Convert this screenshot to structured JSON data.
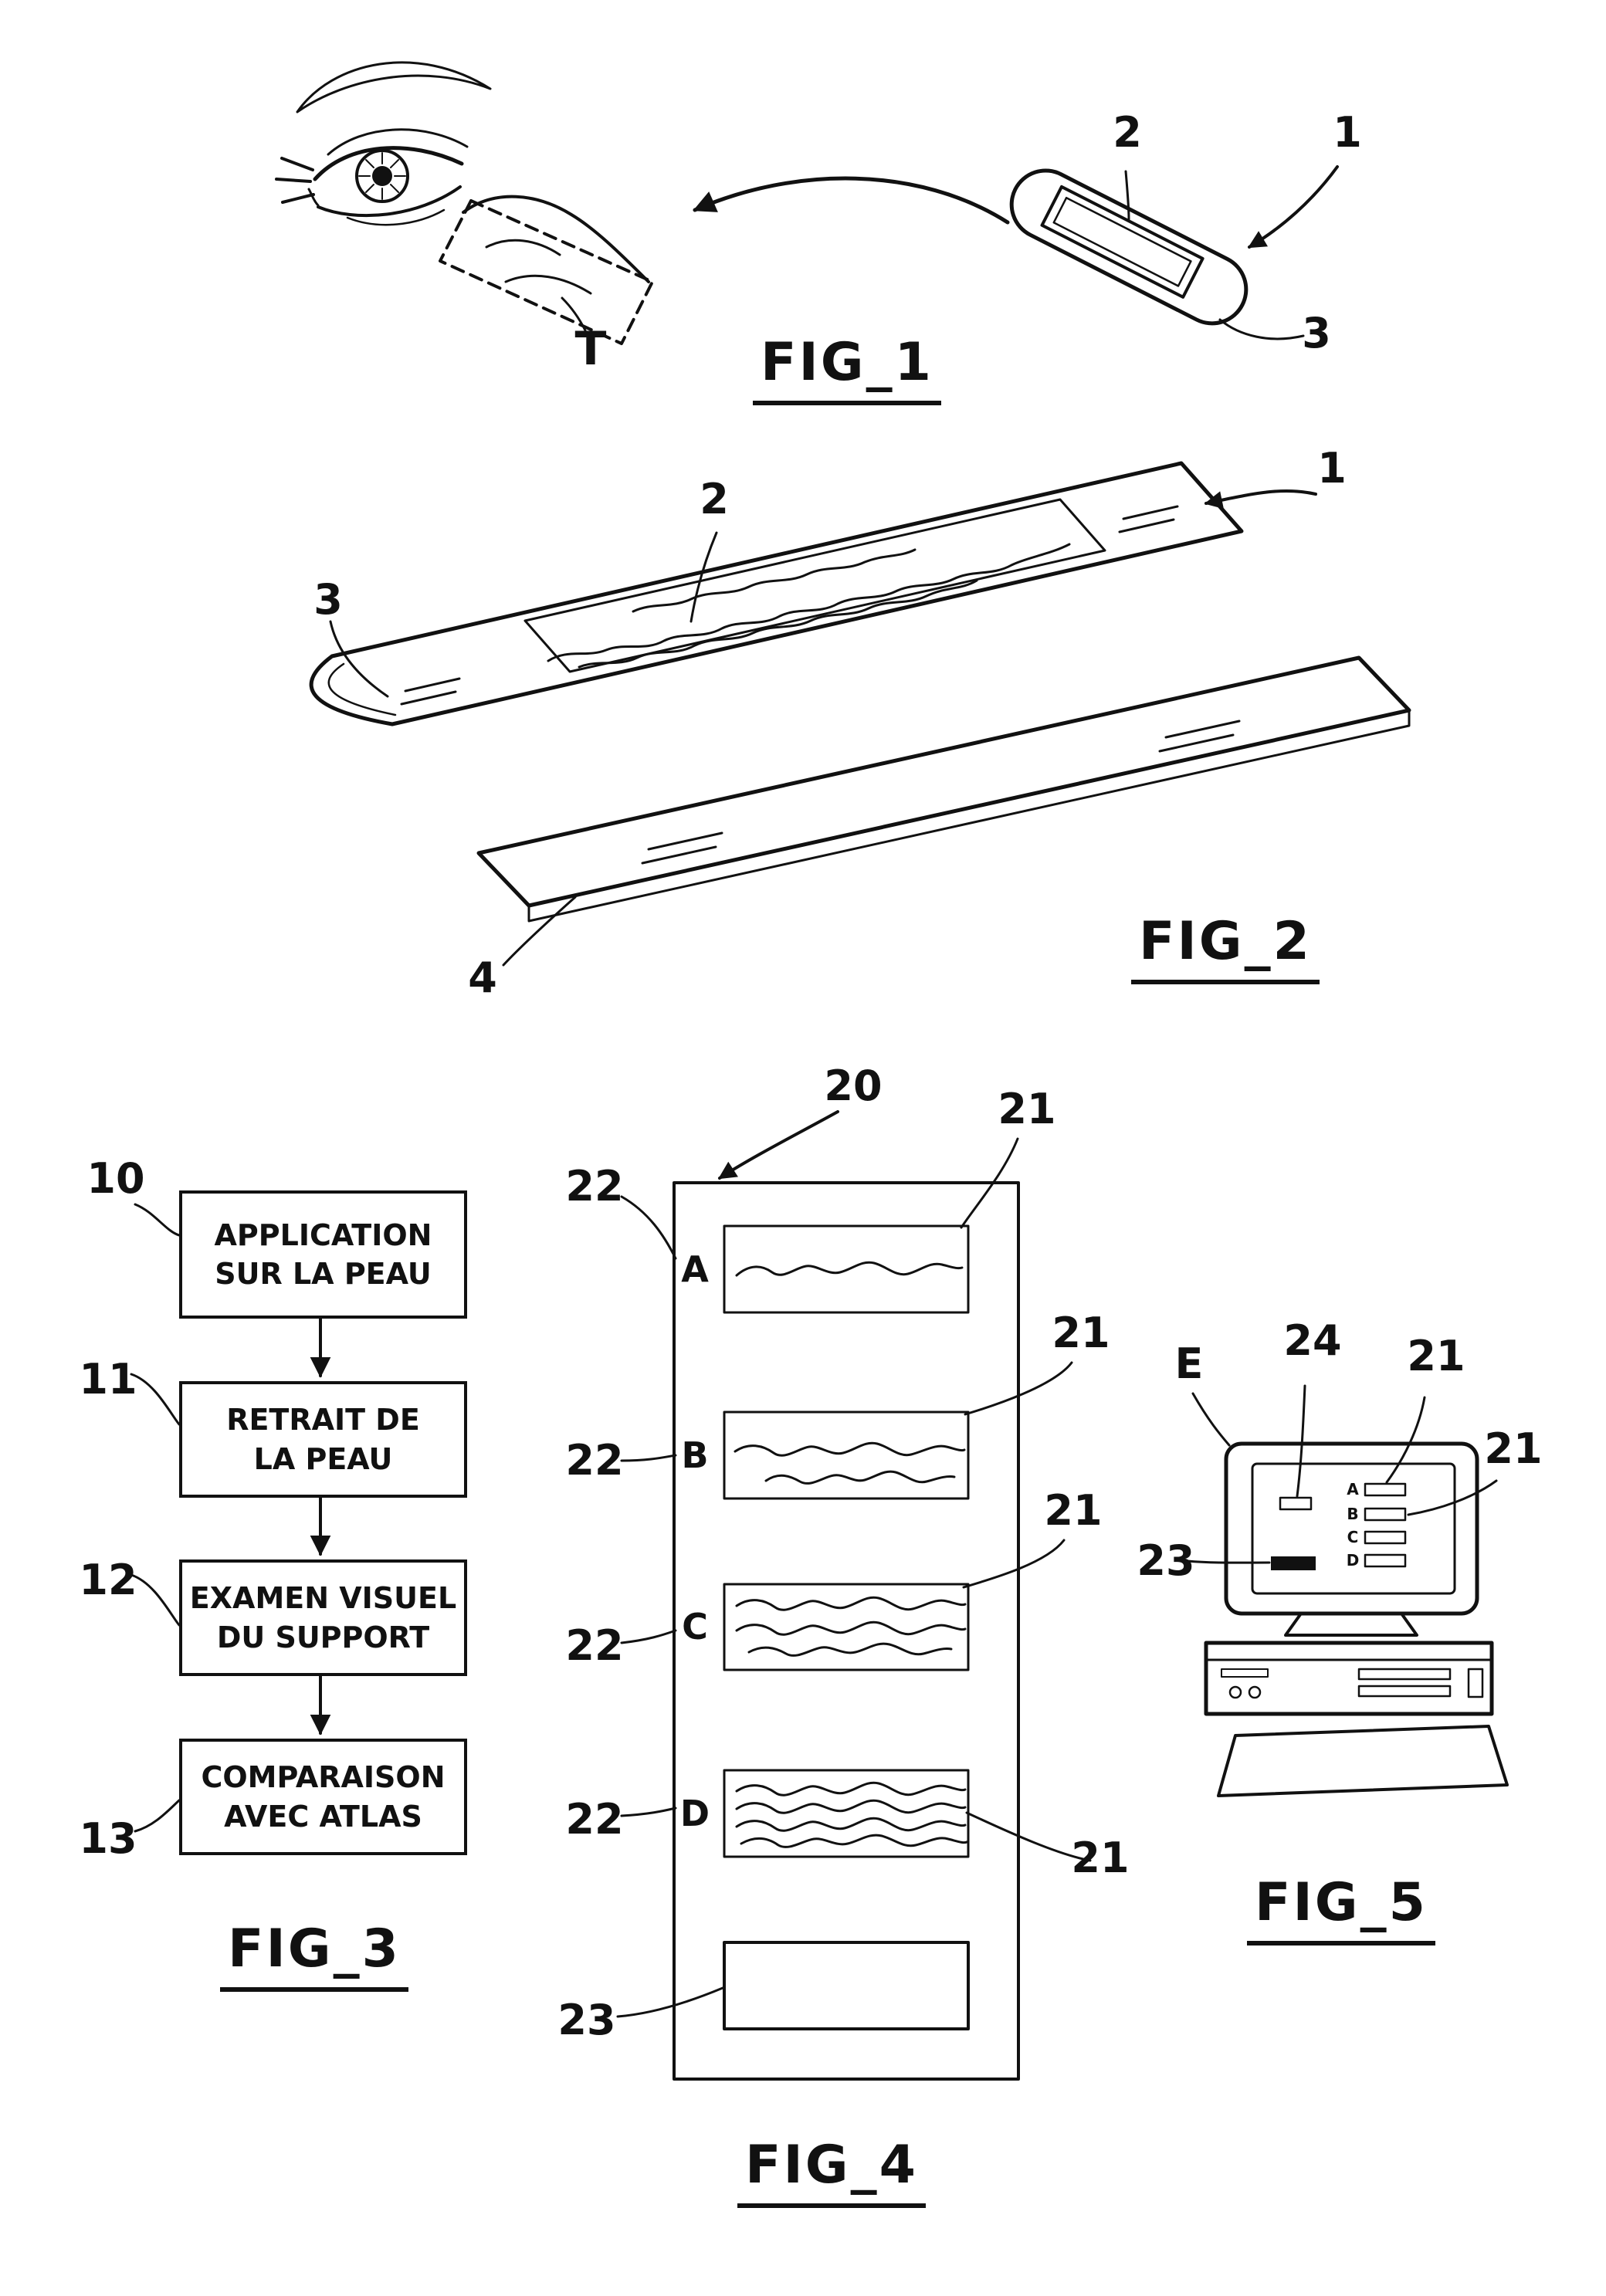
{
  "fig1": {
    "caption": "FIG_1",
    "ref1": "1",
    "ref2": "2",
    "ref3": "3",
    "refT": "T"
  },
  "fig2": {
    "caption": "FIG_2",
    "ref1": "1",
    "ref2": "2",
    "ref3": "3",
    "ref4": "4"
  },
  "fig3": {
    "caption": "FIG_3",
    "steps": [
      {
        "ref": "10",
        "line1": "APPLICATION",
        "line2": "SUR LA PEAU"
      },
      {
        "ref": "11",
        "line1": "RETRAIT DE",
        "line2": "LA PEAU"
      },
      {
        "ref": "12",
        "line1": "EXAMEN VISUEL",
        "line2": "DU SUPPORT"
      },
      {
        "ref": "13",
        "line1": "COMPARAISON",
        "line2": "AVEC ATLAS"
      }
    ]
  },
  "fig4": {
    "caption": "FIG_4",
    "ref20": "20",
    "ref21": "21",
    "ref22": "22",
    "ref23": "23",
    "rows": [
      {
        "letter": "A"
      },
      {
        "letter": "B"
      },
      {
        "letter": "C"
      },
      {
        "letter": "D"
      }
    ]
  },
  "fig5": {
    "caption": "FIG_5",
    "refE": "E",
    "ref21": "21",
    "ref23": "23",
    "ref24": "24",
    "rows": [
      {
        "letter": "A"
      },
      {
        "letter": "B"
      },
      {
        "letter": "C"
      },
      {
        "letter": "D"
      }
    ]
  }
}
